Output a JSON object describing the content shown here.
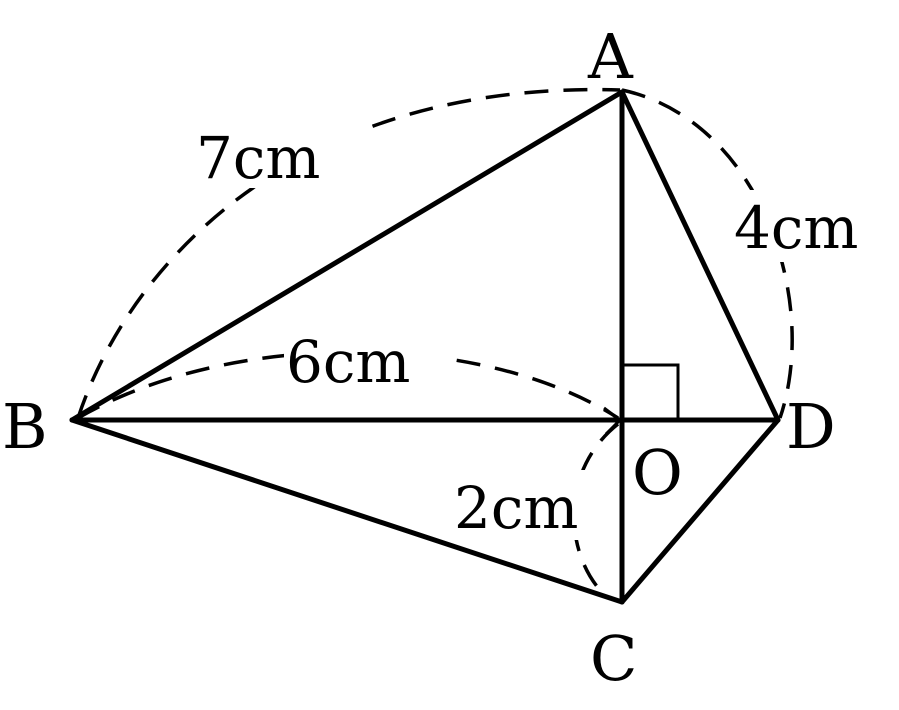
{
  "diagram": {
    "points": {
      "A": "A",
      "B": "B",
      "C": "C",
      "D": "D",
      "O": "O"
    },
    "lengths": {
      "BA": "7cm",
      "AD": "4cm",
      "BO": "6cm",
      "OC": "2cm"
    },
    "right_angle_at": "O",
    "colors": {
      "stroke": "#000000",
      "background": "#ffffff"
    }
  }
}
